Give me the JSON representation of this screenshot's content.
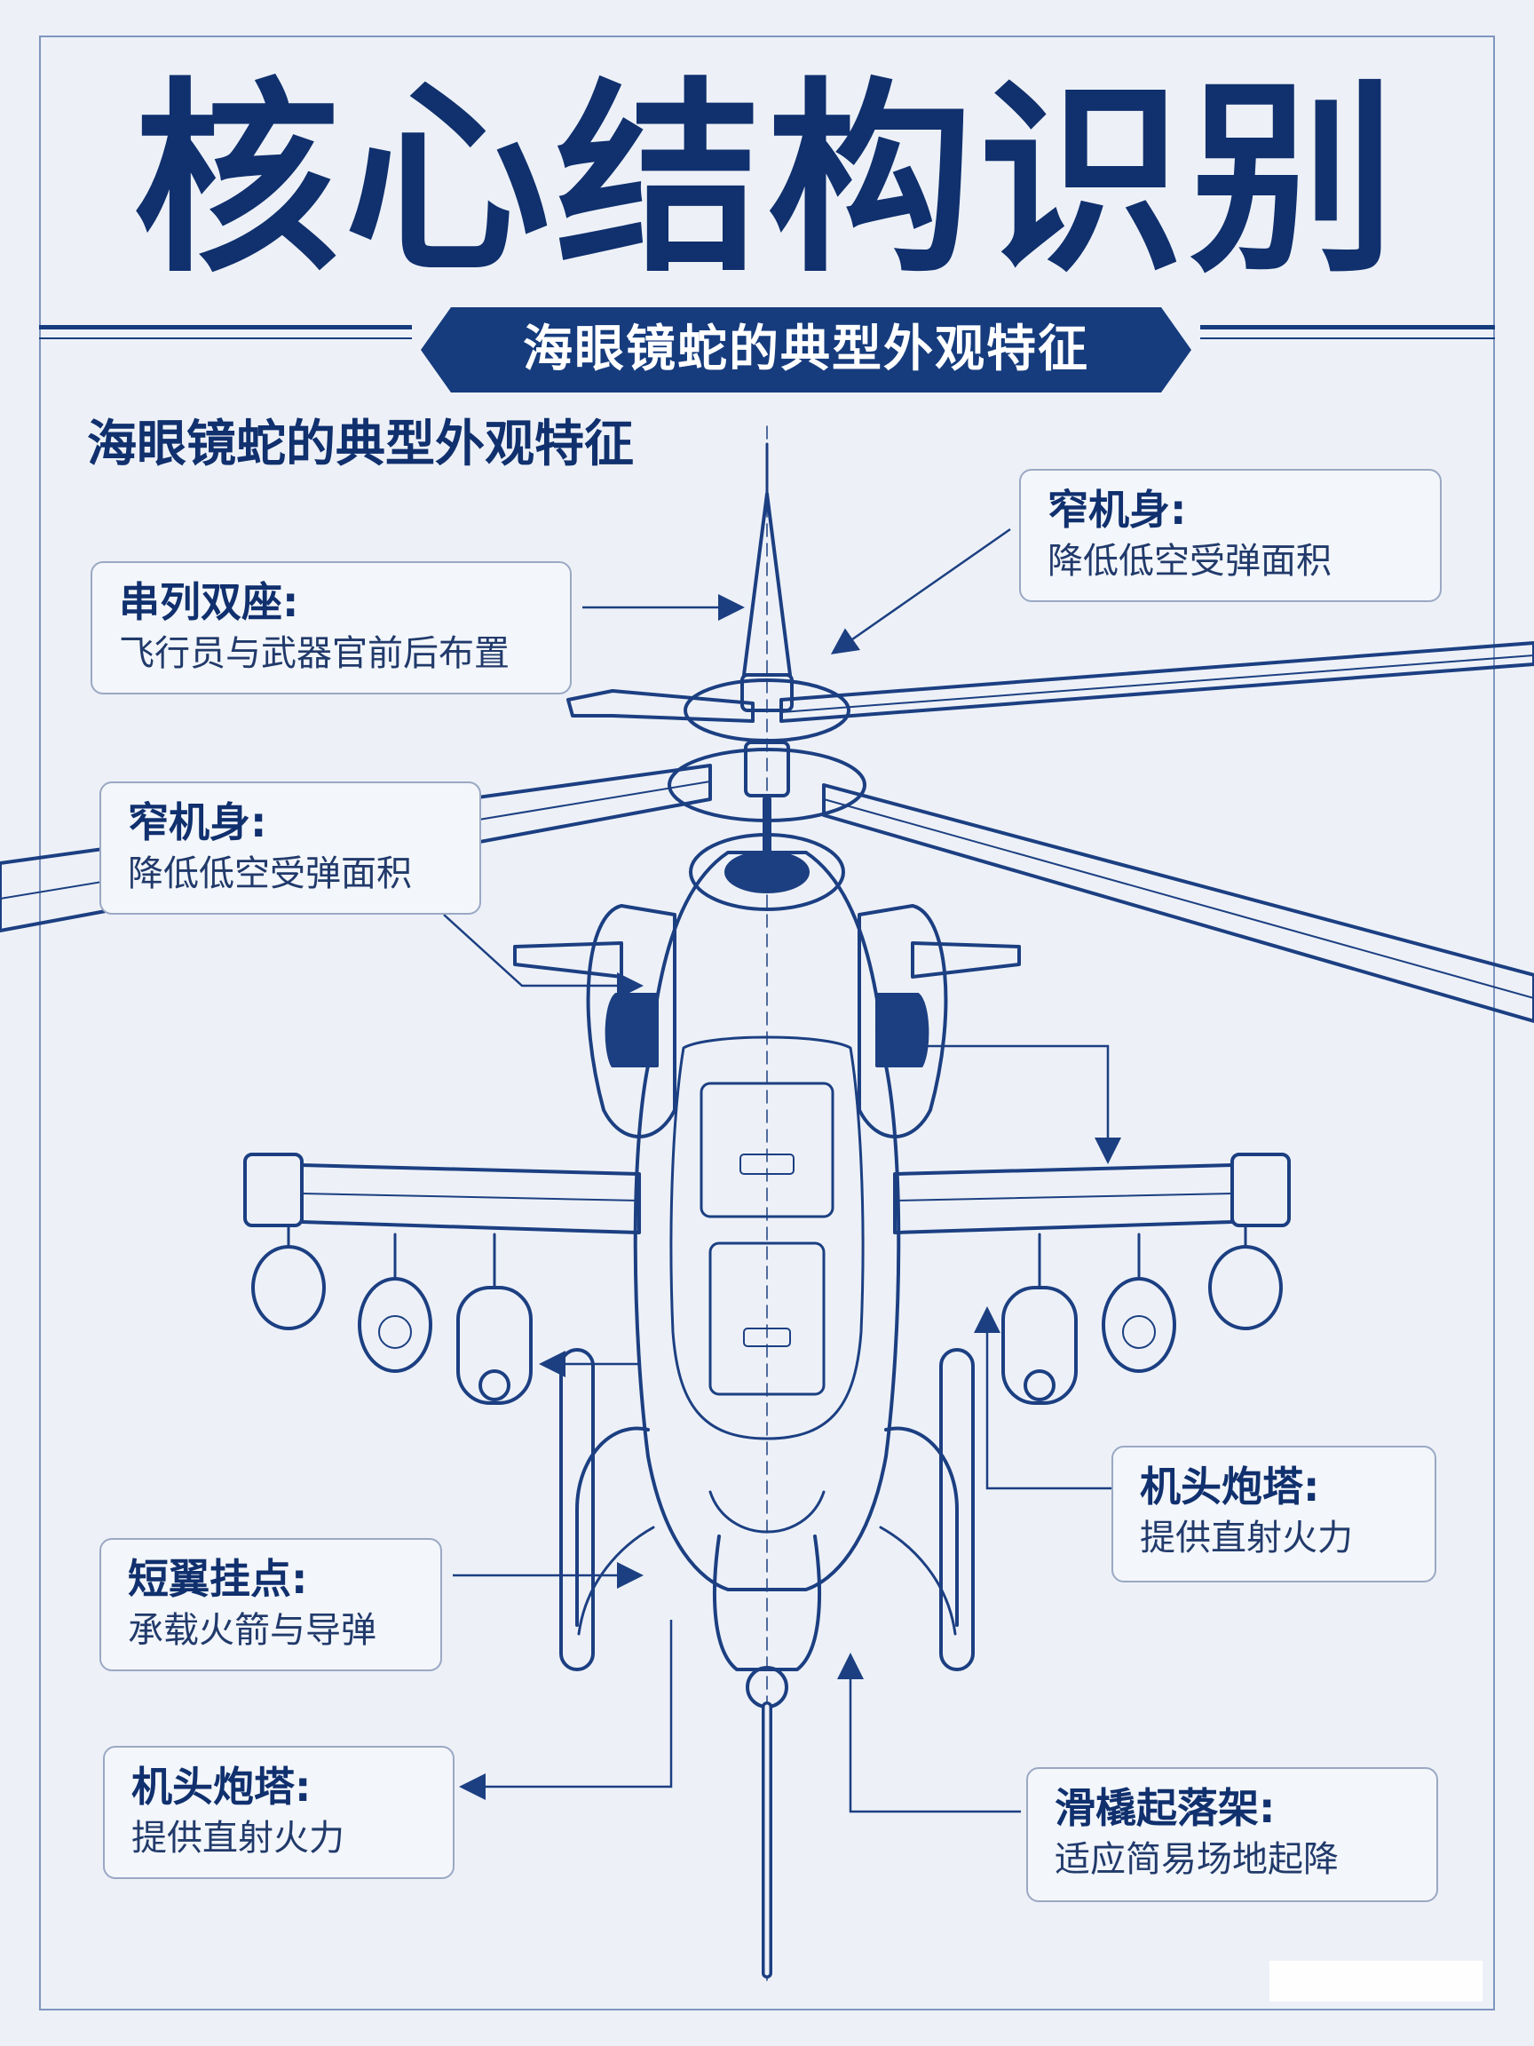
{
  "header": {
    "title": "核心结构识别",
    "banner": "海眼镜蛇的典型外观特征"
  },
  "subheading": "海眼镜蛇的典型外观特征",
  "callouts": [
    {
      "id": "tandem-seat-top-left",
      "title": "串列双座:",
      "desc": "飞行员与武器官前后布置"
    },
    {
      "id": "narrow-body-top-right",
      "title": "窄机身:",
      "desc": "降低低空受弹面积"
    },
    {
      "id": "narrow-body-left",
      "title": "窄机身:",
      "desc": "降低低空受弹面积"
    },
    {
      "id": "nose-turret-right",
      "title": "机头炮塔:",
      "desc": "提供直射火力"
    },
    {
      "id": "stub-wing-left",
      "title": "短翼挂点:",
      "desc": "承载火箭与导弹"
    },
    {
      "id": "nose-turret-left",
      "title": "机头炮塔:",
      "desc": "提供直射火力"
    },
    {
      "id": "skid-gear-right",
      "title": "滑橇起落架:",
      "desc": "适应简易场地起降"
    }
  ],
  "colors": {
    "ink": "#10306e",
    "line": "#1c3f82",
    "background": "#edf1f7",
    "banner": "#163c7e",
    "fill-dark": "#1c3f82"
  }
}
